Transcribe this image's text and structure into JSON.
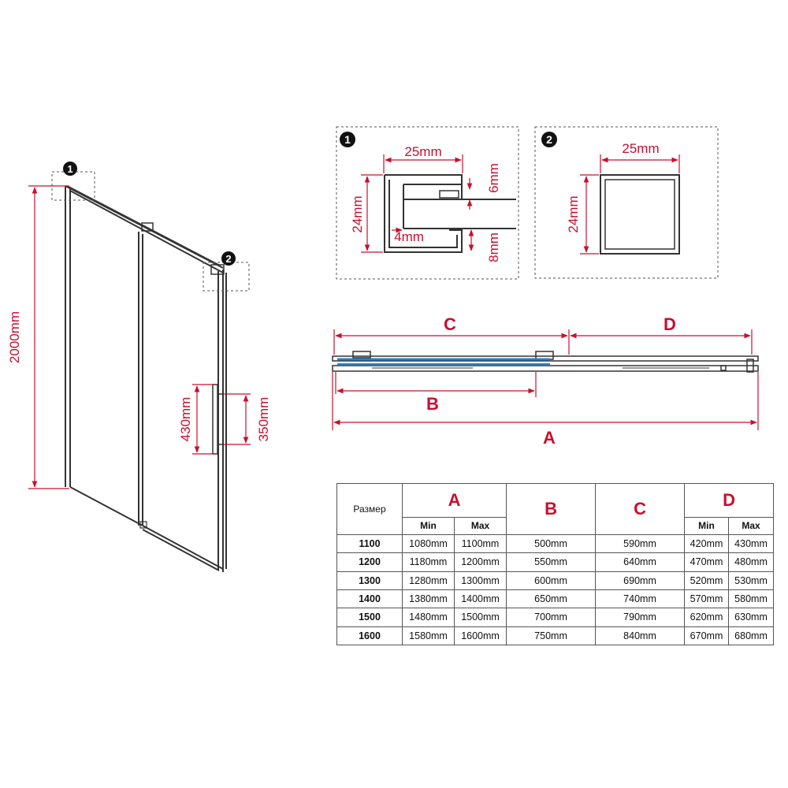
{
  "colors": {
    "dimension": "#c8102e",
    "frame": "#333333",
    "glass_line": "#2a7fbf",
    "badge": "#111111"
  },
  "front_view": {
    "badge_1": "1",
    "badge_2": "2",
    "height_label": "2000mm",
    "handle_outer_label": "430mm",
    "handle_inner_label": "350mm"
  },
  "detail_1": {
    "badge": "1",
    "width_label": "25mm",
    "height_label": "24mm",
    "top_gap_label": "6mm",
    "inner_label": "4mm",
    "bottom_gap_label": "8mm"
  },
  "detail_2": {
    "badge": "2",
    "width_label": "25mm",
    "height_label": "24mm"
  },
  "top_view": {
    "label_A": "A",
    "label_B": "B",
    "label_C": "C",
    "label_D": "D"
  },
  "table": {
    "size_header": "Размер",
    "col_A": "A",
    "col_B": "B",
    "col_C": "C",
    "col_D": "D",
    "min_label": "Min",
    "max_label": "Max",
    "rows": [
      {
        "size": "1100",
        "a_min": "1080mm",
        "a_max": "1100mm",
        "b": "500mm",
        "c": "590mm",
        "d_min": "420mm",
        "d_max": "430mm"
      },
      {
        "size": "1200",
        "a_min": "1180mm",
        "a_max": "1200mm",
        "b": "550mm",
        "c": "640mm",
        "d_min": "470mm",
        "d_max": "480mm"
      },
      {
        "size": "1300",
        "a_min": "1280mm",
        "a_max": "1300mm",
        "b": "600mm",
        "c": "690mm",
        "d_min": "520mm",
        "d_max": "530mm"
      },
      {
        "size": "1400",
        "a_min": "1380mm",
        "a_max": "1400mm",
        "b": "650mm",
        "c": "740mm",
        "d_min": "570mm",
        "d_max": "580mm"
      },
      {
        "size": "1500",
        "a_min": "1480mm",
        "a_max": "1500mm",
        "b": "700mm",
        "c": "790mm",
        "d_min": "620mm",
        "d_max": "630mm"
      },
      {
        "size": "1600",
        "a_min": "1580mm",
        "a_max": "1600mm",
        "b": "750mm",
        "c": "840mm",
        "d_min": "670mm",
        "d_max": "680mm"
      }
    ]
  }
}
